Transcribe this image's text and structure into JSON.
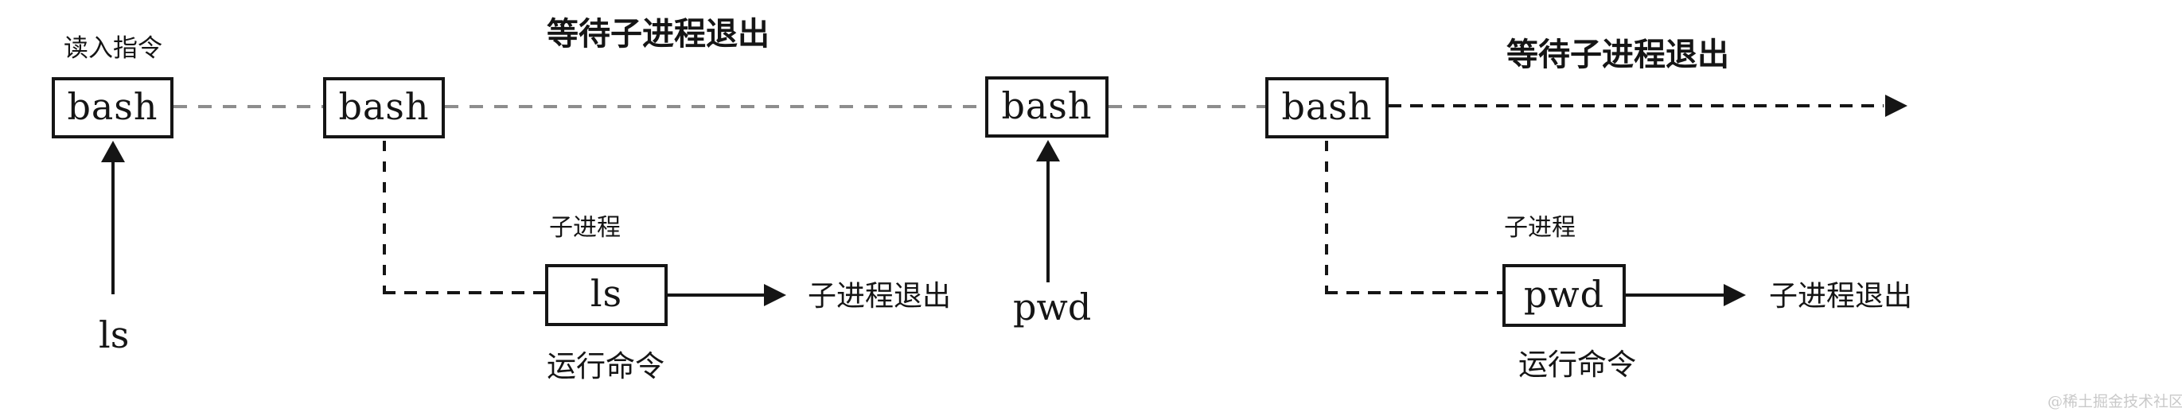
{
  "diagram": {
    "nodes": {
      "bash1": "bash",
      "bash2": "bash",
      "bash3": "bash",
      "bash4": "bash",
      "child_ls": "ls",
      "child_pwd": "pwd"
    },
    "labels": {
      "read_instruction": "读入指令",
      "wait_child_exit_1": "等待子进程退出",
      "wait_child_exit_2": "等待子进程退出",
      "child_process_1": "子进程",
      "child_process_2": "子进程",
      "child_exit_1": "子进程退出",
      "child_exit_2": "子进程退出",
      "run_command_1": "运行命令",
      "run_command_2": "运行命令",
      "input_ls": "ls",
      "input_pwd": "pwd"
    },
    "colors": {
      "line_black": "#151515",
      "line_gray": "#8d8d8d",
      "watermark_gray": "#c9c9c9"
    }
  },
  "watermark": "@稀土掘金技术社区"
}
